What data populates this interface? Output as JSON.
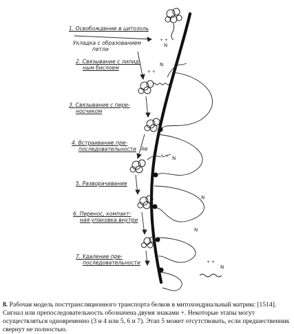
{
  "steps": [
    {
      "line1": "1. Освобождение в цитозоль",
      "line2": "Укладка с образованием",
      "line3": "петли"
    },
    {
      "line1": "2. Связывание с липид-",
      "line2": "ным бислоем"
    },
    {
      "line1": "3. Связывание с пере-",
      "line2": "носчиком"
    },
    {
      "line1": "4. Встраивание пре-",
      "line2": "последовательности"
    },
    {
      "line1": "5. Разворачивание"
    },
    {
      "line1": "6. Перенос, компакт-",
      "line2": "ная упаковка внутри"
    },
    {
      "line1": "7. Удаление пре-",
      "line2": "последовательности"
    }
  ],
  "markers": {
    "n": "N",
    "plus": "+ +",
    "delta_psi": "Δψ"
  },
  "caption": {
    "number": "8.",
    "text": "Рабочая модель посттрансляционного транспорта белков в митохондриальный матрикс [1514]. Сигнал или препоследовательность обозначена двумя знаками +. Некоторые этапы могут осуществляться одновременно (3 и 4 или 5, 6 и 7). Этап 5 может отсутствовать, если предшественник свернут не полностью."
  }
}
